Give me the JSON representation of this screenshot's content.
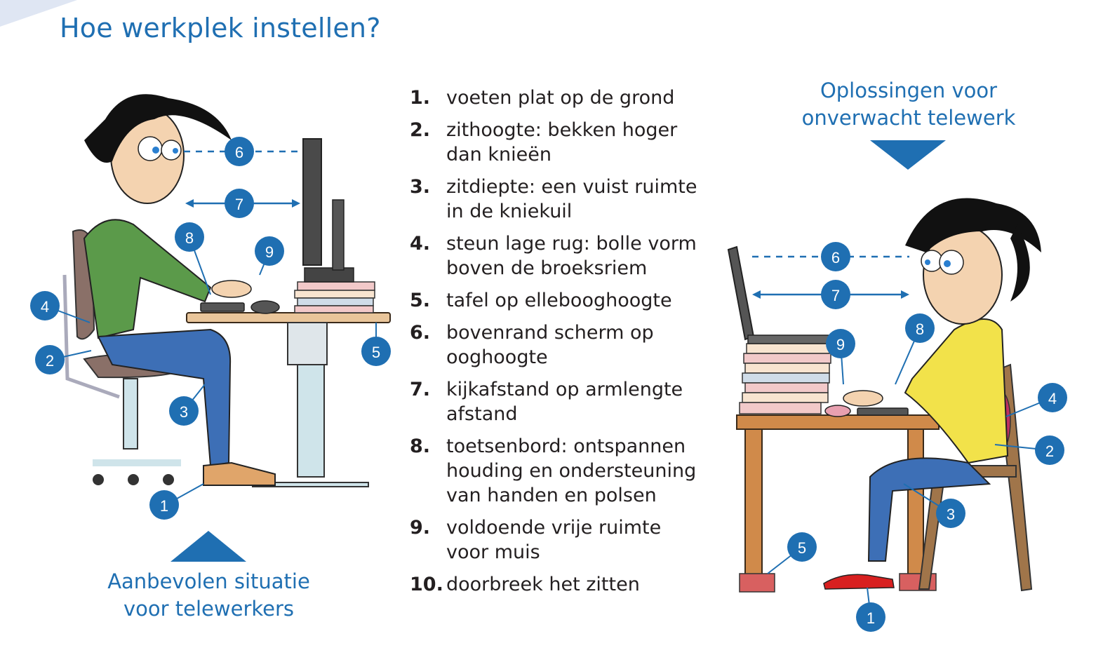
{
  "title": "Hoe werkplek instellen?",
  "left_caption": [
    "Aanbevolen situatie",
    "voor telewerkers"
  ],
  "right_caption": [
    "Oplossingen voor",
    "onverwacht telewerk"
  ],
  "items": [
    {
      "num": "1.",
      "text": "voeten plat op de grond"
    },
    {
      "num": "2.",
      "text": "zithoogte: bekken hoger dan knieën"
    },
    {
      "num": "3.",
      "text": "zitdiepte: een vuist ruimte in de kniekuil"
    },
    {
      "num": "4.",
      "text": "steun lage rug: bolle vorm boven de broeksriem"
    },
    {
      "num": "5.",
      "text": "tafel op ellebooghoogte"
    },
    {
      "num": "6.",
      "text": "bovenrand scherm op ooghoogte"
    },
    {
      "num": "7.",
      "text": "kijkafstand op armlengte afstand"
    },
    {
      "num": "8.",
      "text": "toetsenbord: ontspannen houding en ondersteuning van handen en polsen"
    },
    {
      "num": "9.",
      "text": "voldoende vrije ruimte voor muis"
    },
    {
      "num": "10.",
      "text": "doorbreek het zitten"
    }
  ],
  "badges": [
    "1",
    "2",
    "3",
    "4",
    "5",
    "6",
    "7",
    "8",
    "9"
  ],
  "colors": {
    "accent": "#1f6fb2",
    "text": "#231f20"
  }
}
